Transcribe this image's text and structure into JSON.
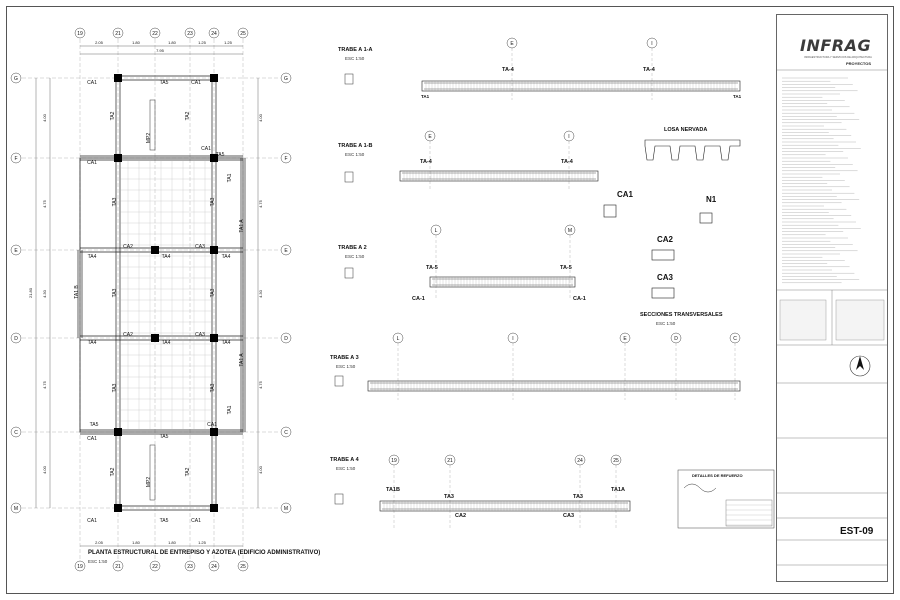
{
  "plan": {
    "title": "PLANTA ESTRUCTURAL DE ENTREPISO Y AZOTEA (EDIFICIO ADMINISTRATIVO)",
    "scale": "ESC 1:50",
    "col_axes": [
      "19",
      "21",
      "22",
      "23",
      "24",
      "25"
    ],
    "row_axes": [
      "G",
      "F",
      "E",
      "D",
      "C",
      "M"
    ],
    "top_dims": [
      "2.05",
      "1.80",
      "1.80",
      "1.25",
      "1.25"
    ],
    "top_total": "7.95",
    "bottom_dims": [
      "2.05",
      "1.80",
      "1.80",
      "1.25"
    ],
    "left_dims": [
      "4.00",
      "4.75",
      "4.30",
      "4.75",
      "4.00"
    ],
    "left_total": "21.80",
    "labels": {
      "ca1": "CA1",
      "ca2": "CA2",
      "ca3": "CA3",
      "ta1": "TA1",
      "ta2": "TA2",
      "ta3": "TA3",
      "ta4": "TA4",
      "ta5": "TA5",
      "ta1a": "TA1 A",
      "ta1b": "TA1 B",
      "mp2": "MP2"
    }
  },
  "details": {
    "trabe1a": {
      "title": "TRABE A 1-A",
      "scale": "ESC 1:50",
      "beam_labels": [
        "TA-4",
        "TA-4"
      ],
      "axes": [
        "E",
        "I"
      ],
      "end": [
        "TA1",
        "TA1"
      ]
    },
    "trabe1b": {
      "title": "TRABE A 1-B",
      "scale": "ESC 1:50",
      "beam_labels": [
        "TA-4",
        "TA-4"
      ],
      "axes": [
        "E",
        "I"
      ]
    },
    "losa": {
      "title": "LOSA NERVADA"
    },
    "trabe2": {
      "title": "TRABE A 2",
      "scale": "ESC 1:50",
      "beam_labels": [
        "TA-5",
        "TA-5"
      ],
      "ends": [
        "CA-1",
        "CA-1"
      ],
      "axes": [
        "L",
        "M"
      ]
    },
    "sections": {
      "title": "SECCIONES TRANSVERSALES",
      "scale": "ESC 1:50",
      "items": [
        "CA1",
        "N1",
        "CA2",
        "CA3"
      ]
    },
    "trabe3": {
      "title": "TRABE A 3",
      "scale": "ESC 1:50",
      "axes": [
        "L",
        "I",
        "E",
        "D",
        "C"
      ]
    },
    "trabe4": {
      "title": "TRABE A 4",
      "scale": "ESC 1:50",
      "axes": [
        "19",
        "21",
        "24",
        "25"
      ],
      "labels": [
        "TA1B",
        "TA3",
        "TA3",
        "TA1A",
        "CA2",
        "CA3"
      ]
    },
    "refuerzo": {
      "title": "DETALLES DE REFUERZO"
    }
  },
  "titleblock": {
    "brand": "INFRAG",
    "brand_sub": "INFRAESTRUCTURA Y SERVICIOS DE ARQUITECTURA",
    "proyectos": "PROYECTOS",
    "sheet_code": "EST-09"
  }
}
